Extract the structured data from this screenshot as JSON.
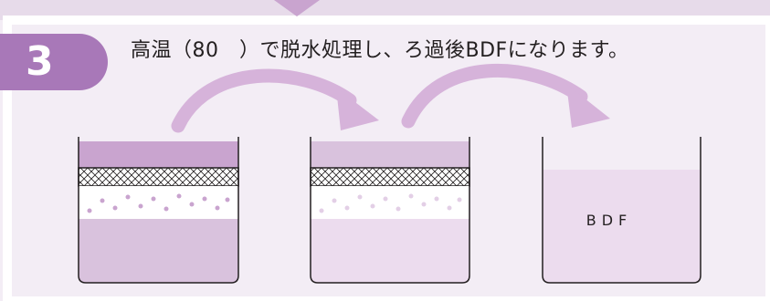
{
  "step": {
    "number": "3"
  },
  "caption": "高温（80　）で脱水処理し、ろ過後BDFになります。",
  "tank3": {
    "label": "BDF"
  },
  "colors": {
    "background": "#f3edf5",
    "badge": "#a878b8",
    "oil_dark": "#c9a4cf",
    "oil_light": "#ecdcee",
    "oil_mid": "#d9c2dd",
    "arrow": "#d6b3da",
    "droplet": "#c9a4cf",
    "outline": "#231f20"
  }
}
